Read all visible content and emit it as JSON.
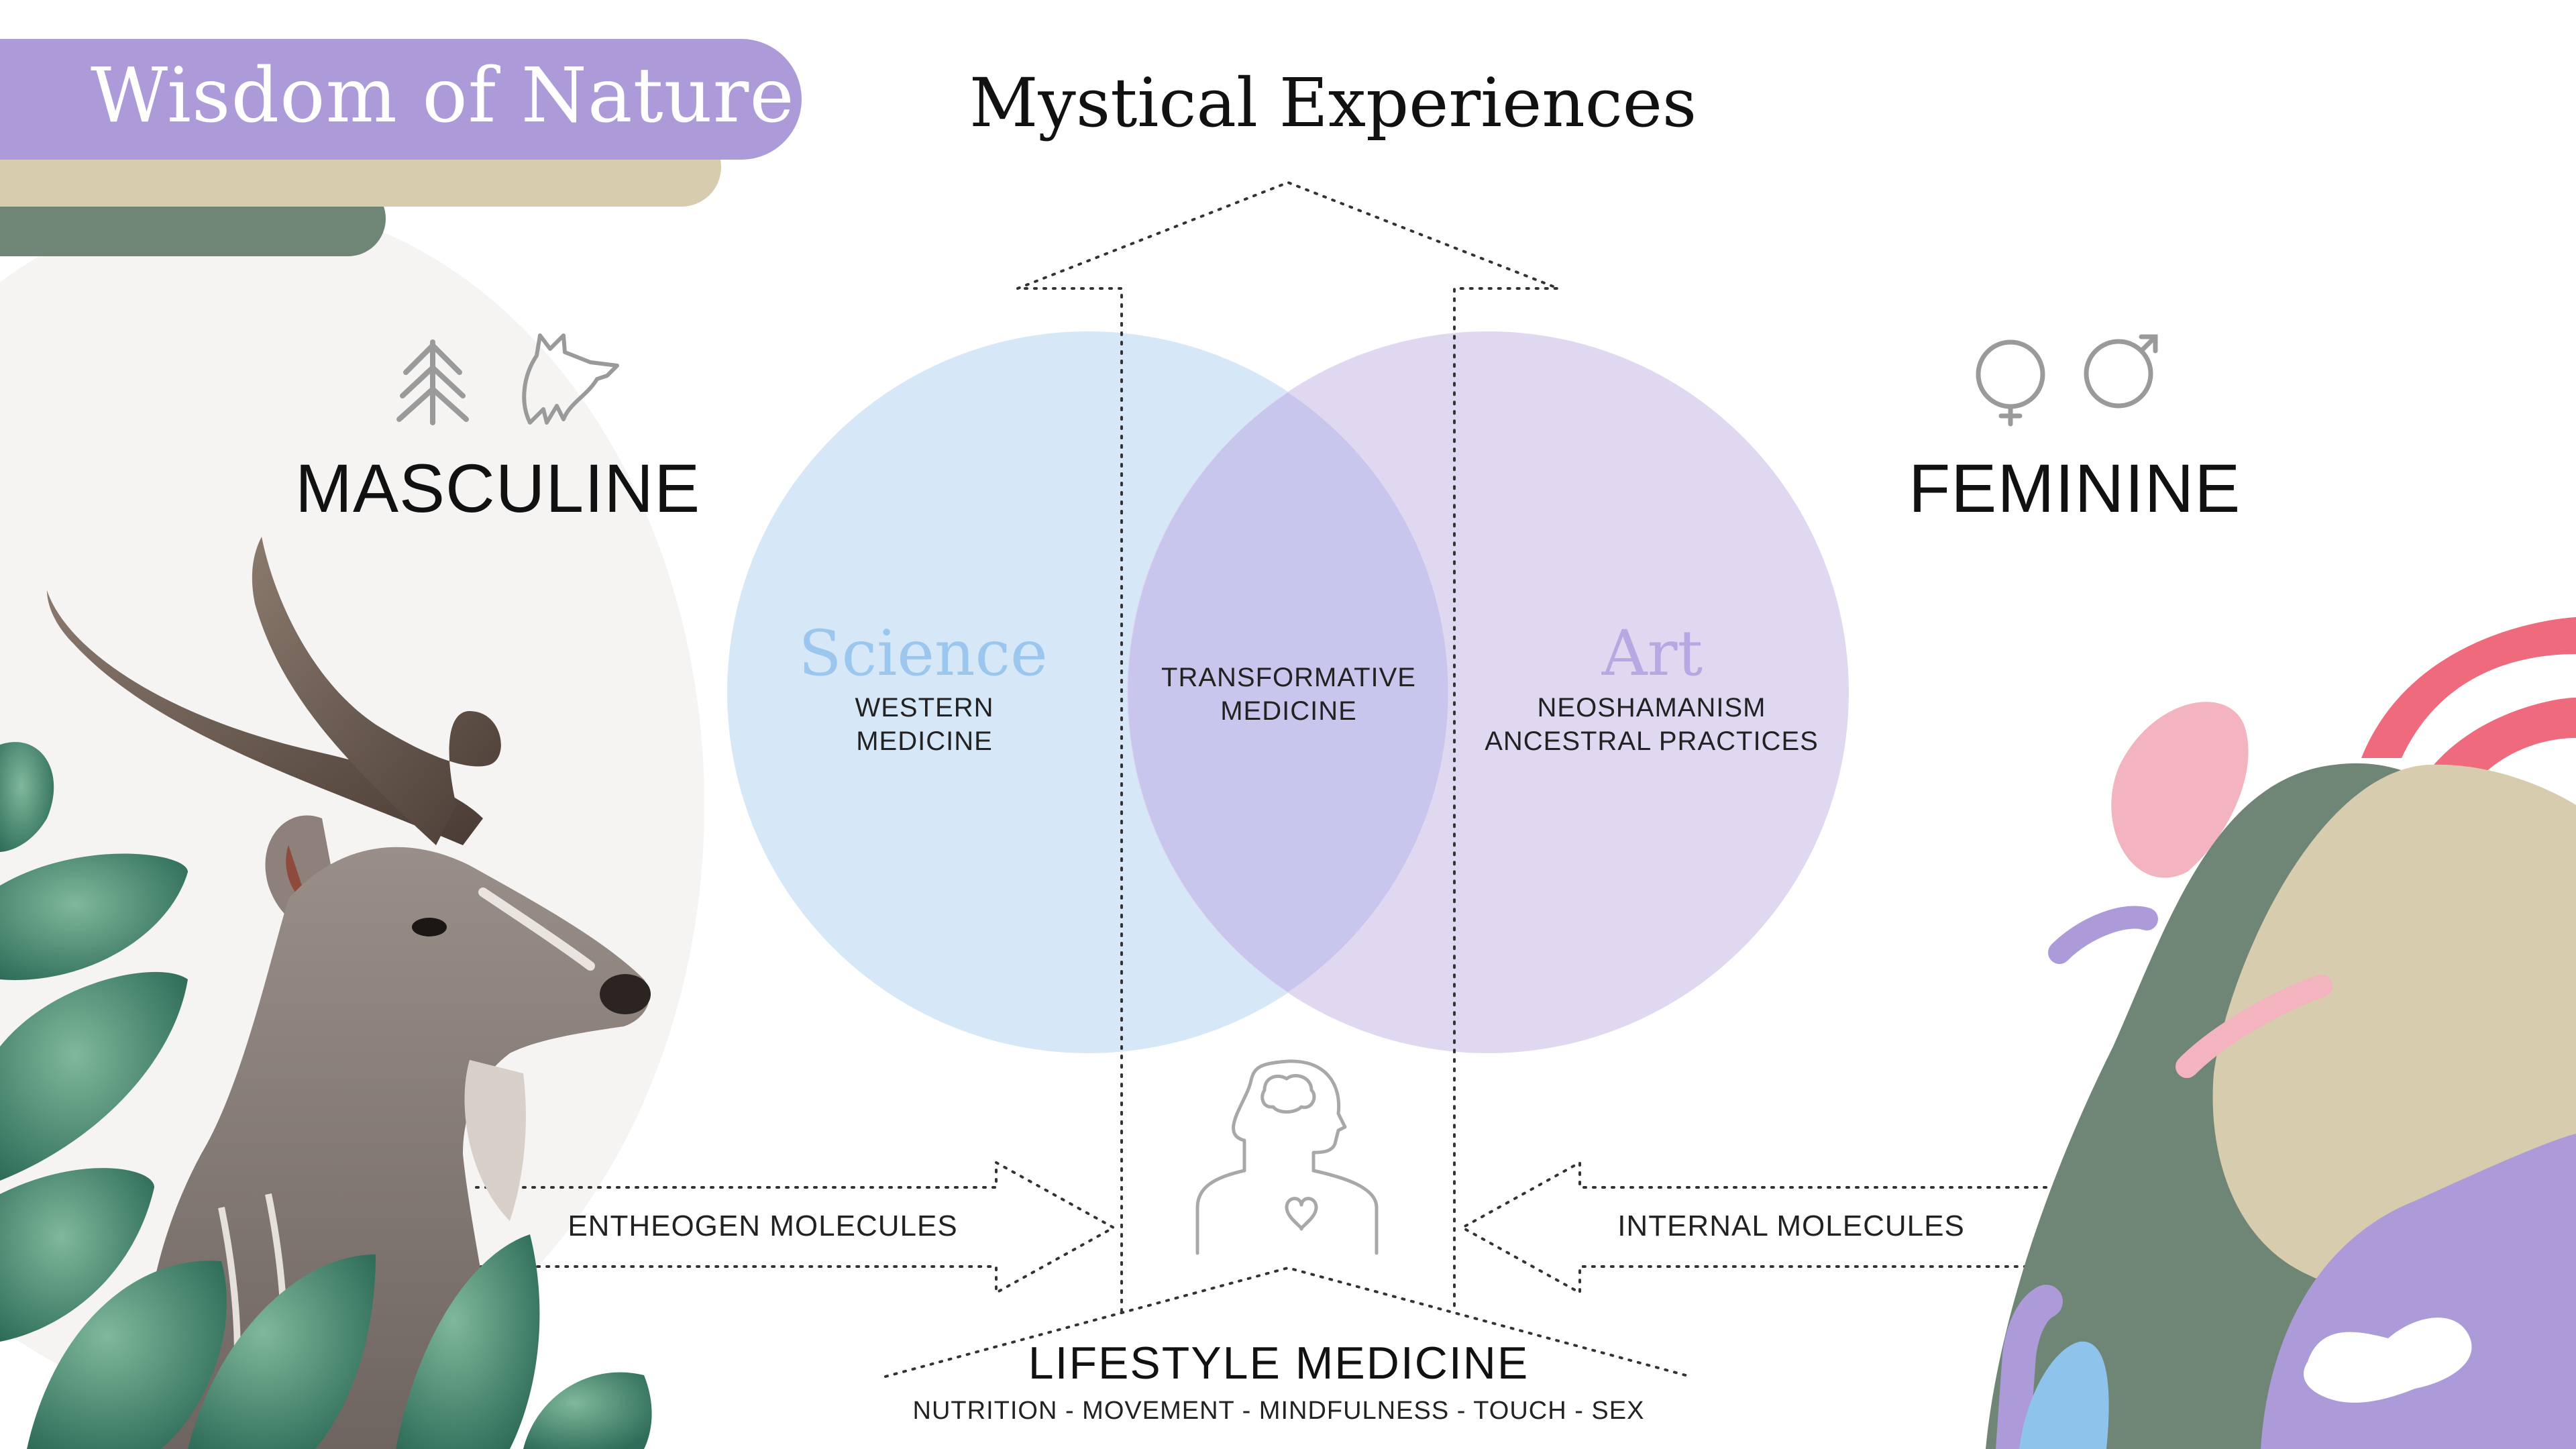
{
  "header": {
    "title": "Wisdom of Nature"
  },
  "diagram": {
    "title": "Mystical Experiences",
    "left_pole": "MASCULINE",
    "right_pole": "FEMININE",
    "left_icons": [
      "tree-icon",
      "wolf-icon"
    ],
    "right_icons": [
      "venus-icon",
      "mars-icon"
    ],
    "left_circle": {
      "title": "Science",
      "lines": [
        "WESTERN",
        "MEDICINE"
      ],
      "color": "#d6e8f7",
      "title_color": "#9bc7ee"
    },
    "right_circle": {
      "title": "Art",
      "lines": [
        "NEOSHAMANISM",
        "ANCESTRAL PRACTICES"
      ],
      "color": "#e0d8f1",
      "title_color": "#b8a8e2"
    },
    "overlap": {
      "lines": [
        "TRANSFORMATIVE",
        "MEDICINE"
      ],
      "color": "#c8c6ec"
    },
    "left_arrow_label": "ENTHEOGEN MOLECULES",
    "right_arrow_label": "INTERNAL MOLECULES",
    "center_icon": "human-brain-heart-icon",
    "bottom": {
      "title": "LIFESTYLE MEDICINE",
      "subtitle": "NUTRITION - MOVEMENT - MINDFULNESS - TOUCH - SEX"
    }
  },
  "colors": {
    "purple": "#ac9ad9",
    "beige": "#d7ccae",
    "green": "#6f8575",
    "pink": "#f3b3bf",
    "coral": "#ee6a7c",
    "blue": "#8ec4ec"
  }
}
